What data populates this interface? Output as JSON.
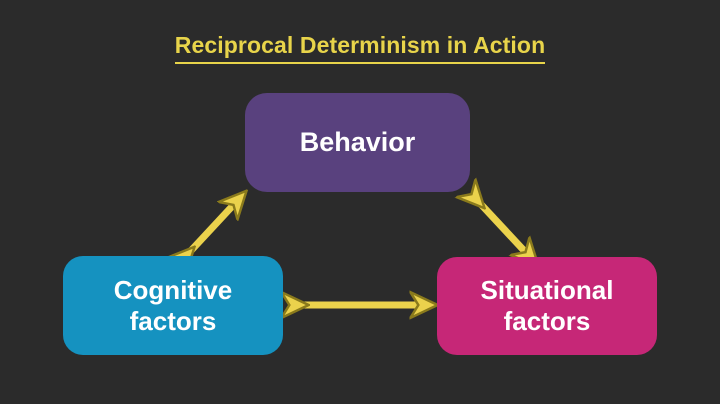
{
  "title": {
    "text": "Reciprocal Determinism in Action",
    "color": "#e8d44a",
    "underlined": true
  },
  "background_color": "#2b2b2b",
  "diagram": {
    "type": "triangle-cycle",
    "nodes": [
      {
        "id": "behavior",
        "label": "Behavior",
        "color": "#59417e",
        "text_color": "#ffffff",
        "position": "top-center"
      },
      {
        "id": "cognitive",
        "label": "Cognitive\nfactors",
        "color": "#1592c0",
        "text_color": "#ffffff",
        "position": "bottom-left"
      },
      {
        "id": "situational",
        "label": "Situational\nfactors",
        "color": "#c62777",
        "text_color": "#ffffff",
        "position": "bottom-right"
      }
    ],
    "connections": [
      {
        "id": "cognitive-behavior",
        "from": "cognitive",
        "to": "behavior",
        "style": "double-headed-arrow",
        "color": "#ebd24c"
      },
      {
        "id": "behavior-situational",
        "from": "behavior",
        "to": "situational",
        "style": "double-headed-arrow",
        "color": "#ebd24c"
      },
      {
        "id": "cognitive-situational",
        "from": "cognitive",
        "to": "situational",
        "style": "double-headed-arrow",
        "color": "#ebd24c"
      }
    ],
    "arrow_color": "#ebd24c",
    "arrow_outline_color": "#8a7a1c"
  }
}
